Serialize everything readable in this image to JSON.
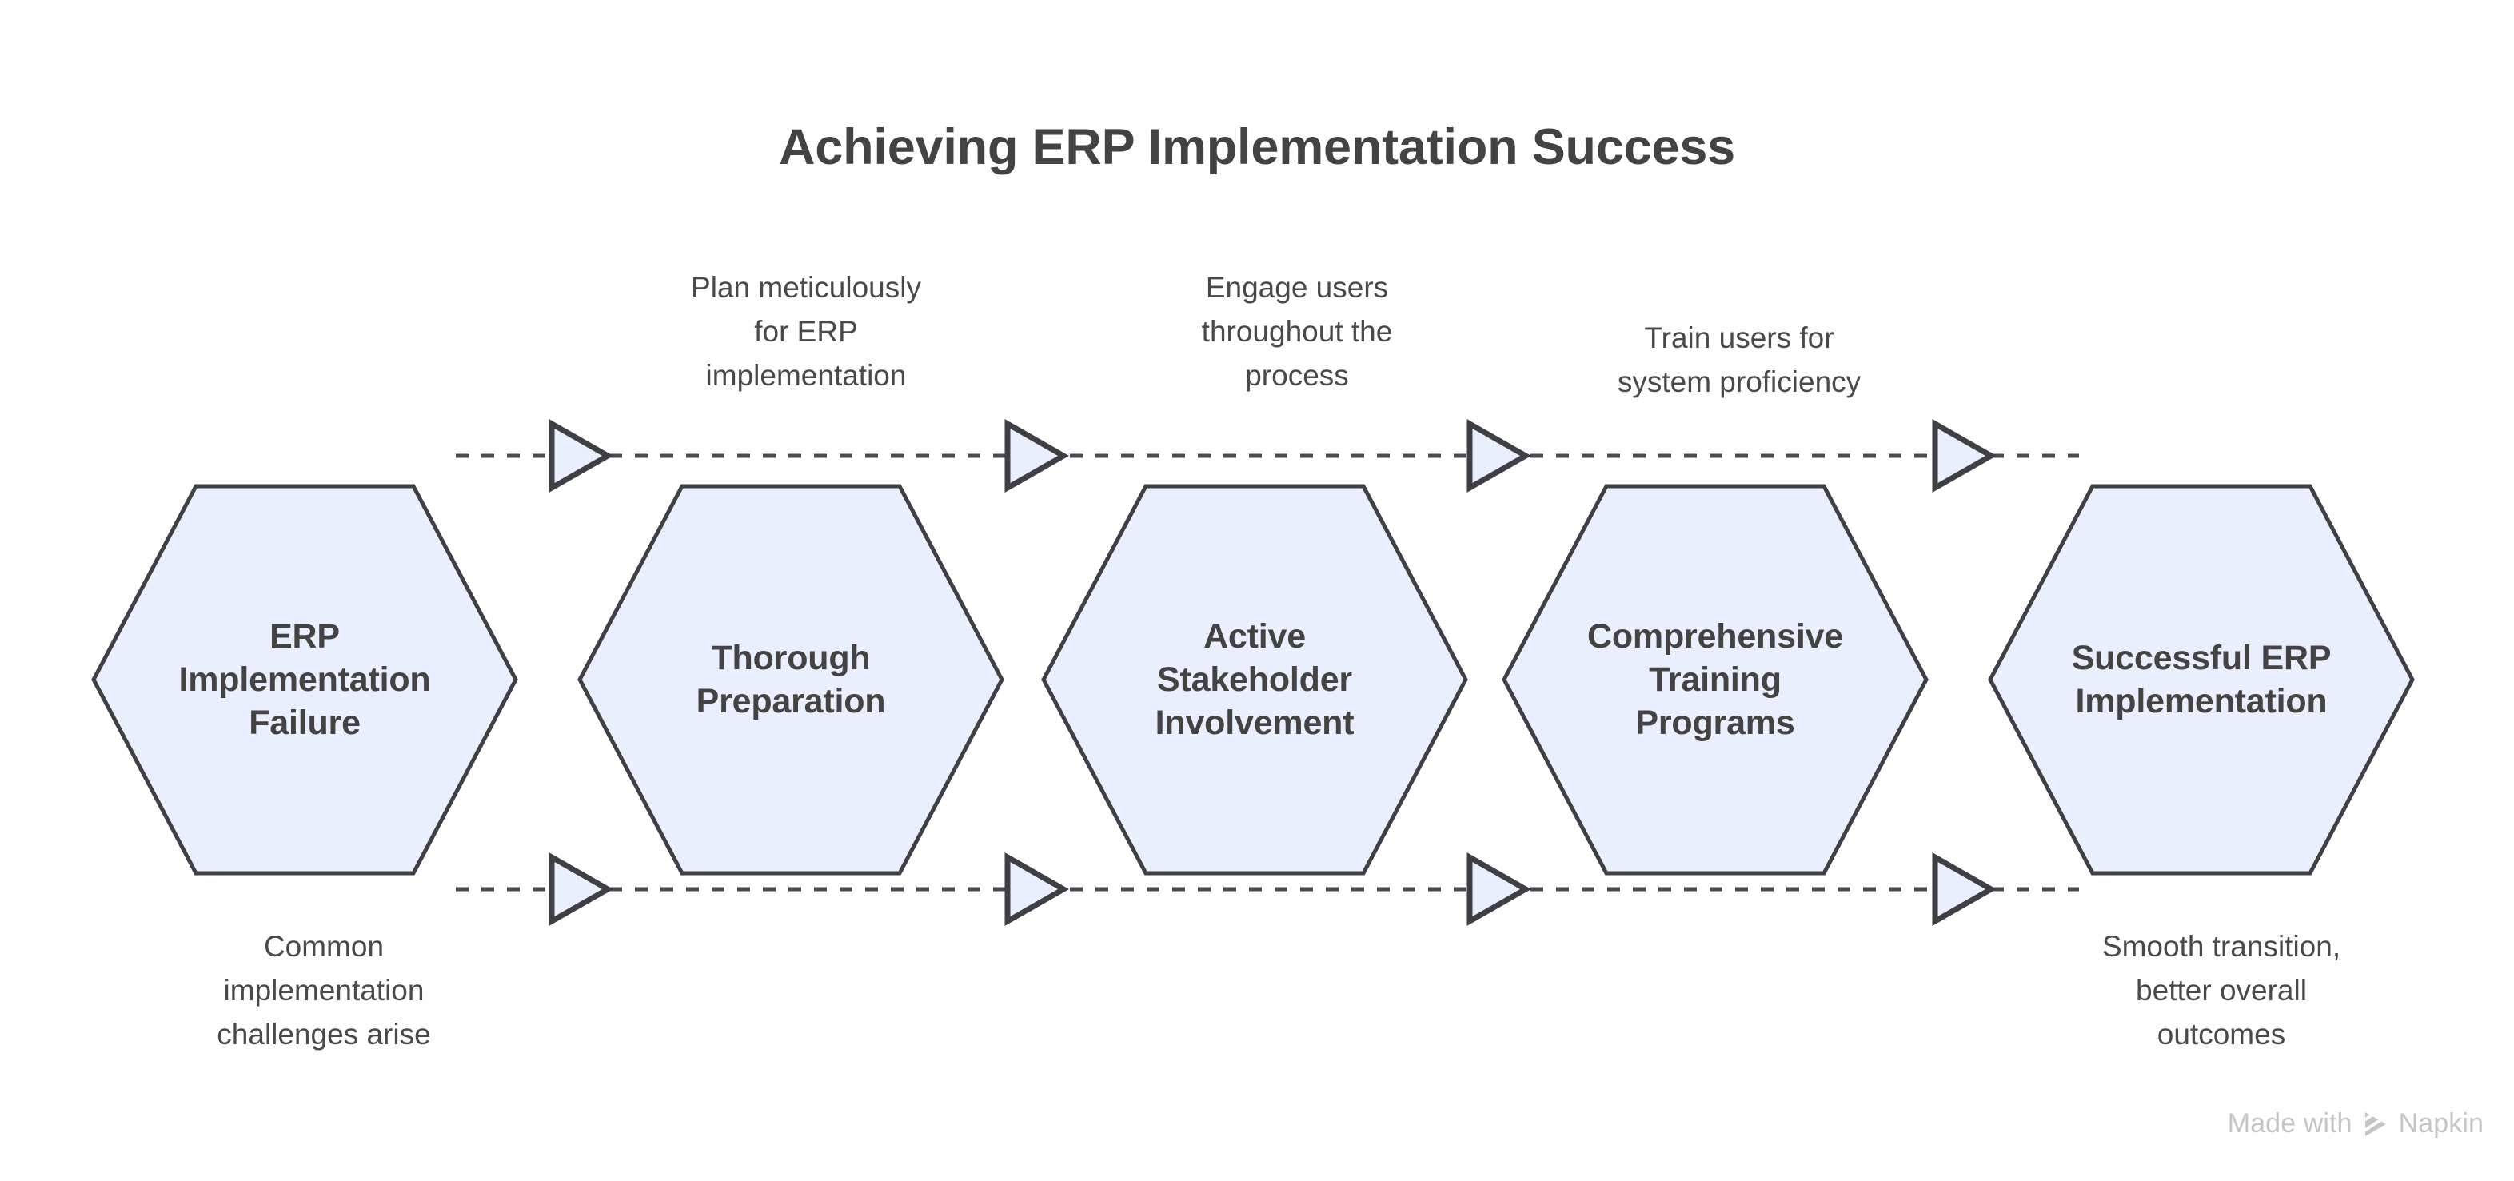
{
  "title": "Achieving ERP Implementation Success",
  "theme": {
    "background": "#ffffff",
    "node_fill": "#e9effc",
    "node_stroke": "#3f3f46",
    "text_color": "#434343",
    "caption_color": "#494949",
    "connector_color": "#4a4a52",
    "watermark_color": "#c3c5c7"
  },
  "nodes": [
    {
      "id": "erp-implementation-failure",
      "label": "ERP\nImplementation\nFailure"
    },
    {
      "id": "thorough-preparation",
      "label": "Thorough\nPreparation"
    },
    {
      "id": "active-stakeholder-involvement",
      "label": "Active\nStakeholder\nInvolvement"
    },
    {
      "id": "comprehensive-training-programs",
      "label": "Comprehensive\nTraining\nPrograms"
    },
    {
      "id": "successful-erp-implementation",
      "label": "Successful ERP\nImplementation"
    }
  ],
  "captions_top": [
    {
      "id": "plan-meticulously",
      "text": "Plan meticulously\nfor ERP\nimplementation"
    },
    {
      "id": "engage-users",
      "text": "Engage users\nthroughout the\nprocess"
    },
    {
      "id": "train-users",
      "text": "Train users for\nsystem proficiency"
    }
  ],
  "captions_bottom": [
    {
      "id": "common-challenges",
      "text": "Common\nimplementation\nchallenges arise"
    },
    {
      "id": "smooth-transition",
      "text": "Smooth transition,\nbetter overall\noutcomes"
    }
  ],
  "connectors": {
    "style": "dashed",
    "arrow_count_top": 4,
    "arrow_count_bottom": 4,
    "direction": "left-to-right"
  },
  "watermark": {
    "prefix": "Made with",
    "brand": "Napkin",
    "logo_icon": "napkin-logo-icon"
  }
}
